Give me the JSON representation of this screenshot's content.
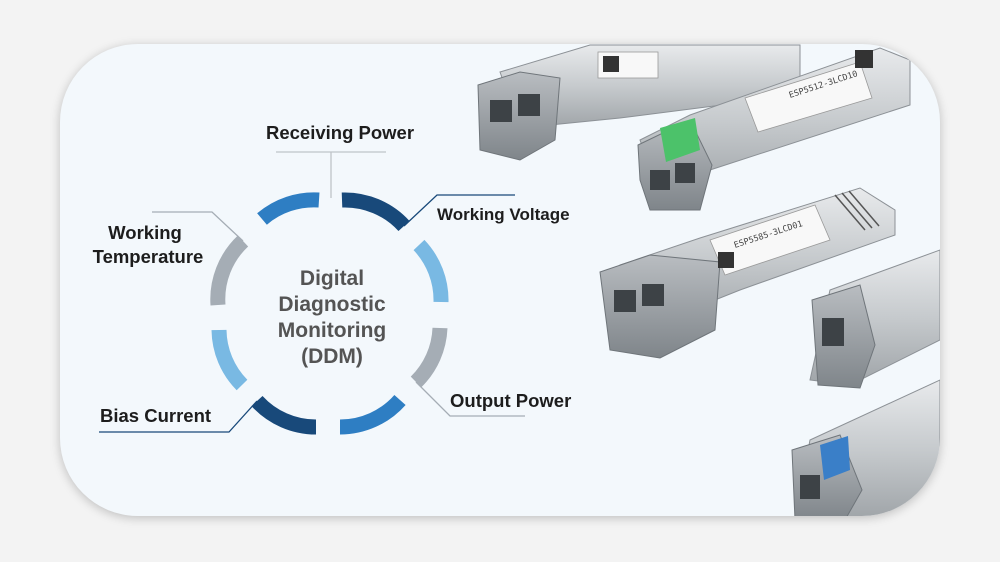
{
  "center": {
    "lines": [
      "Digital",
      "Diagnostic",
      "Monitoring",
      "(DDM)"
    ]
  },
  "parameters": {
    "receiving_power": "Receiving Power",
    "working_voltage": "Working Voltage",
    "working_temperature": [
      "Working",
      "Temperature"
    ],
    "output_power": "Output Power",
    "bias_current": "Bias Current"
  },
  "colors": {
    "dark_blue": "#18497a",
    "mid_blue": "#2e7ec3",
    "light_blue": "#79b9e3",
    "gray": "#a5adb5"
  },
  "modules": [
    {
      "text": "ESP5512-3LCD10"
    },
    {
      "text": "ESP5585-3LCD01"
    }
  ]
}
